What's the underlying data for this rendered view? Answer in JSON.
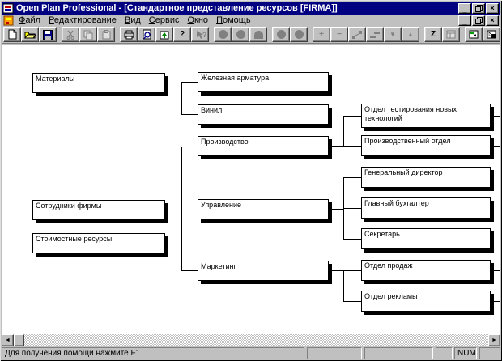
{
  "window": {
    "title": "Open Plan Professional - [Стандартное представление ресурсов [FIRMA]]"
  },
  "menu": {
    "items": [
      {
        "accel": "Ф",
        "rest": "айл"
      },
      {
        "accel": "Р",
        "rest": "едактирование"
      },
      {
        "accel": "В",
        "rest": "ид"
      },
      {
        "accel": "С",
        "rest": "ервис"
      },
      {
        "accel": "О",
        "rest": "кно"
      },
      {
        "accel": "П",
        "rest": "омощь"
      }
    ]
  },
  "icons": {
    "minimize": "_",
    "close": "×",
    "help": "?",
    "context_help": "?",
    "plus": "+",
    "minus": "−",
    "arrow_down": "▼",
    "arrow_up": "▲",
    "zigzag": "Z",
    "scroll_left": "◄",
    "scroll_right": "►"
  },
  "toolbar": {
    "icon_names": [
      "new-document",
      "open-folder",
      "save",
      "cut",
      "copy",
      "paste",
      "print",
      "print-preview",
      "window-up-arrow",
      "help",
      "context-help",
      "circle",
      "circle-pattern",
      "arch",
      "circle",
      "circle",
      "plus",
      "minus",
      "link-nodes",
      "steps",
      "arrow-down",
      "arrow-up",
      "zigzag",
      "window-grid",
      "fit-window",
      "expand-window"
    ]
  },
  "tree": {
    "nodes": [
      {
        "label": "Материалы"
      },
      {
        "label": "Железная арматура"
      },
      {
        "label": "Винил"
      },
      {
        "label": "Производство"
      },
      {
        "label": "Отдел тестирования новых технологий"
      },
      {
        "label": "Производственный отдел"
      },
      {
        "label": "Сотрудники фирмы"
      },
      {
        "label": "Управление"
      },
      {
        "label": "Генеральный директор"
      },
      {
        "label": "Главный бухгалтер"
      },
      {
        "label": "Секретарь"
      },
      {
        "label": "Стоимостные ресурсы"
      },
      {
        "label": "Маркетинг"
      },
      {
        "label": "Отдел продаж"
      },
      {
        "label": "Отдел рекламы"
      }
    ]
  },
  "statusbar": {
    "message": "Для получения помощи нажмите F1",
    "num_indicator": "NUM"
  },
  "colors": {
    "titlebar": "#000080",
    "button_face": "#c0c0c0",
    "shadow": "#808080"
  }
}
